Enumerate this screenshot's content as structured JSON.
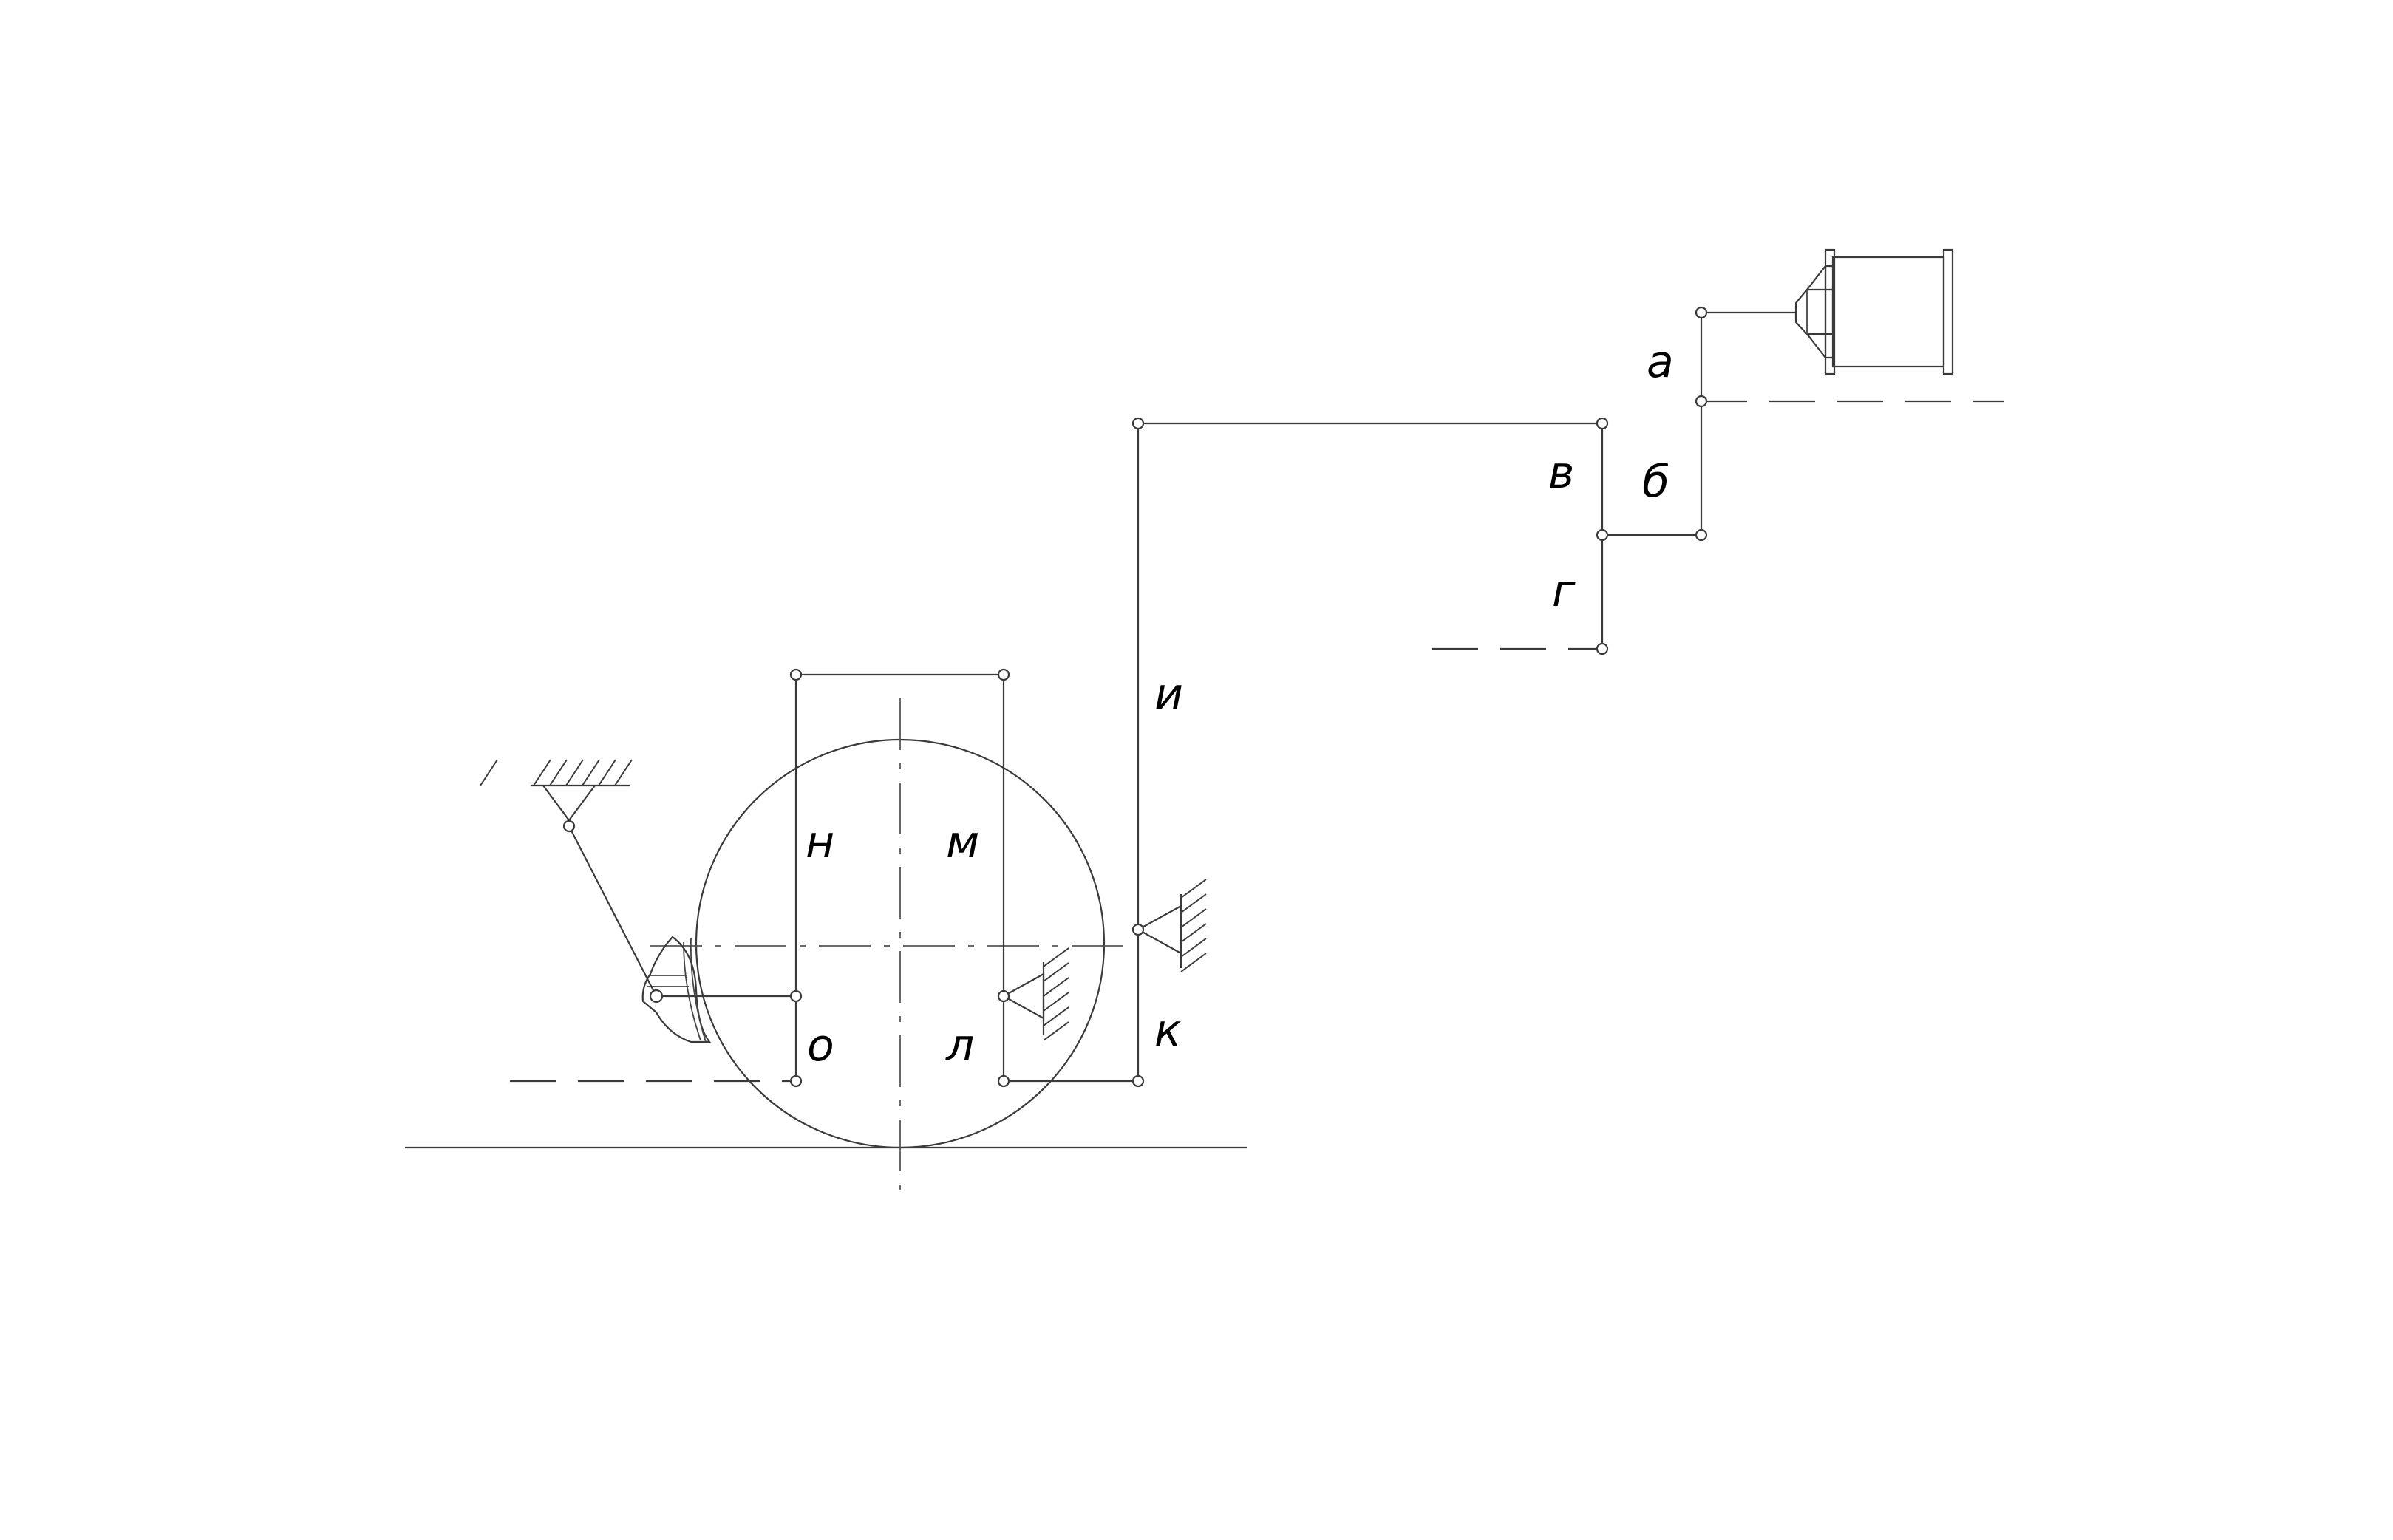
{
  "labels": {
    "a": "а",
    "b": "б",
    "v": "в",
    "g": "г",
    "i": "и",
    "k": "к",
    "l": "л",
    "m": "м",
    "n": "н",
    "o": "о"
  },
  "colors": {
    "line": "#3a3a3a",
    "background": "#ffffff",
    "text": "#000000"
  },
  "icons": {
    "motor": "drive-motor-icon",
    "fixed_support": "ground-hatch-icon",
    "shoe": "brake-shoe-icon"
  }
}
